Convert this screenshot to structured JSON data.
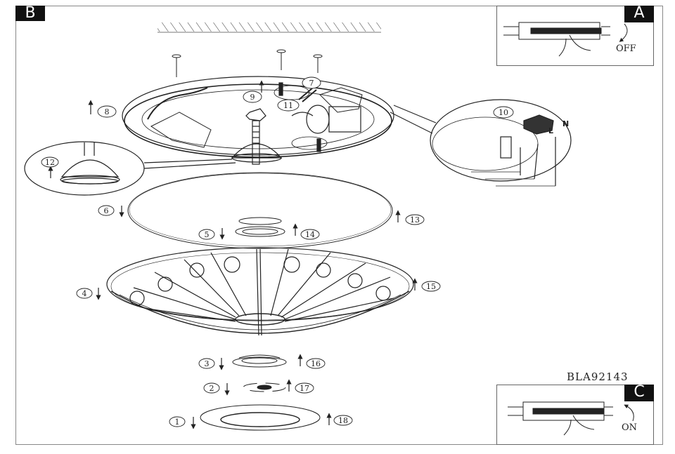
{
  "diagram": {
    "title": "Ceiling lamp assembly diagram",
    "model_number": "BLA92143",
    "section_tags": {
      "main": "B",
      "power_off": "A",
      "power_on": "C"
    },
    "power_off_label": "OFF",
    "power_on_label": "ON",
    "wire_labels": {
      "live": "L",
      "neutral": "N"
    },
    "step_numbers": {
      "s1": "1",
      "s2": "2",
      "s3": "3",
      "s4": "4",
      "s5": "5",
      "s6": "6",
      "s7": "7",
      "s8": "8",
      "s9": "9",
      "s10": "10",
      "s11": "11",
      "s12": "12",
      "s13": "13",
      "s14": "14",
      "s15": "15",
      "s16": "16",
      "s17": "17",
      "s18": "18"
    },
    "colors": {
      "line": "#222222",
      "tag_bg": "#111111",
      "tag_fg": "#ffffff",
      "frame": "#888888"
    }
  }
}
